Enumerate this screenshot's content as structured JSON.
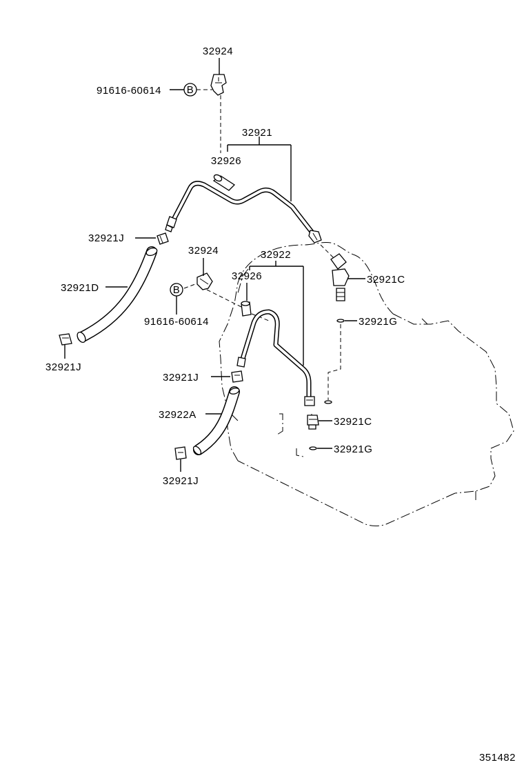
{
  "diagram": {
    "labels": {
      "bracket_top": "32924",
      "bolt_b_top": "91616-60614",
      "pipe_assy_top": "32921",
      "clamp_top": "32926",
      "clip_j1": "32921J",
      "hose_d": "32921D",
      "clip_j2": "32921J",
      "bracket_mid": "32924",
      "bolt_b_mid": "B",
      "bolt_b_mid_num": "91616-60614",
      "pipe_assy_mid": "32922",
      "clamp_mid": "32926",
      "union_c1": "32921C",
      "gasket_g1": "32921G",
      "clip_j3": "32921J",
      "hose_a": "32922A",
      "union_c2": "32921C",
      "gasket_g2": "32921G",
      "clip_j4": "32921J",
      "bolt_b_top_letter": "B"
    },
    "figure_number": "351482"
  }
}
